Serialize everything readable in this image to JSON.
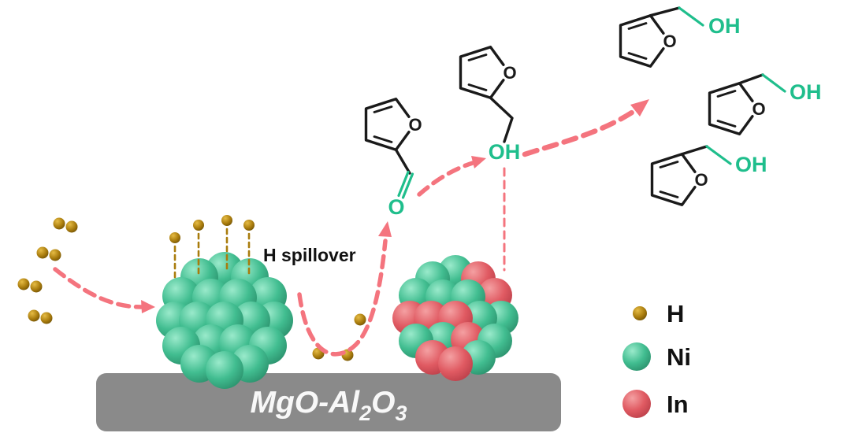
{
  "labels": {
    "h_spillover": "H spillover",
    "support": {
      "base1": "MgO-Al",
      "sub1": "2",
      "base2": "O",
      "sub2": "3"
    }
  },
  "atoms": {
    "ring_o": "O",
    "carbonyl_o": "O",
    "hydroxyl": "OH"
  },
  "legend": {
    "items": [
      {
        "id": "h",
        "label": "H",
        "color": "#A97C0D"
      },
      {
        "id": "ni",
        "label": "Ni",
        "color": "#41BD90"
      },
      {
        "id": "in",
        "label": "In",
        "color": "#E05A62"
      }
    ]
  },
  "colors": {
    "h_gold": "#A97C0D",
    "h_gold_light": "#E6BC45",
    "h_gold_dark": "#6F5106",
    "ni": "#41BD90",
    "ni_light": "#9AEACB",
    "ni_dark": "#2A8E6A",
    "in_red": "#E05A62",
    "in_light": "#F4A0A2",
    "in_dark": "#B93E48",
    "arrow_pink": "#F4747E",
    "support_gray": "#8A8A8A",
    "o_green": "#1FBE8C",
    "bond": "#1A1A1A",
    "text": "#111111"
  }
}
